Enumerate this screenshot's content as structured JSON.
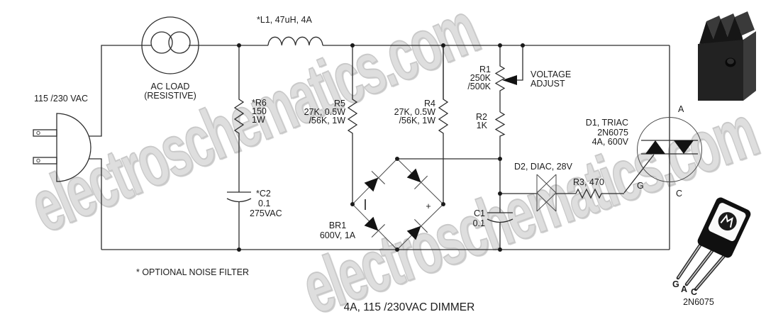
{
  "watermark": {
    "text": "electroschematics.com"
  },
  "title": "4A, 115 /230VAC DIMMER",
  "note": "* OPTIONAL NOISE FILTER",
  "source": {
    "label": "115 /230 VAC"
  },
  "load": {
    "line1": "AC LOAD",
    "line2": "(RESISTIVE)"
  },
  "components": {
    "l1": {
      "label": "*L1, 47uH, 4A"
    },
    "r6": {
      "name": "*R6",
      "value": "150",
      "power": "1W"
    },
    "r5": {
      "name": "R5",
      "value": "27K, 0.5W",
      "alt": "/56K, 1W"
    },
    "r4": {
      "name": "R4",
      "value": "27K, 0.5W",
      "alt": "/56K, 1W"
    },
    "r1": {
      "name": "R1",
      "value": "250K",
      "alt": "/500K"
    },
    "r2": {
      "name": "R2",
      "value": "1K"
    },
    "r3": {
      "label": "R3, 470"
    },
    "c2": {
      "name": "*C2",
      "value": "0.1",
      "rating": "275VAC"
    },
    "c1": {
      "name": "C1",
      "value": "0.1"
    },
    "br1": {
      "name": "BR1",
      "rating": "600V, 1A",
      "plus": "+"
    },
    "d2": {
      "label": "D2, DIAC, 28V"
    },
    "d1": {
      "line1": "D1, TRIAC",
      "line2": "2N6075",
      "line3": "4A, 600V"
    },
    "adjust": {
      "line1": "VOLTAGE",
      "line2": "ADJUST"
    },
    "triac_pins": {
      "a": "A",
      "c": "C",
      "g": "G"
    }
  },
  "package": {
    "part": "2N6075",
    "pin_g": "G",
    "pin_a": "A",
    "pin_c": "C"
  }
}
